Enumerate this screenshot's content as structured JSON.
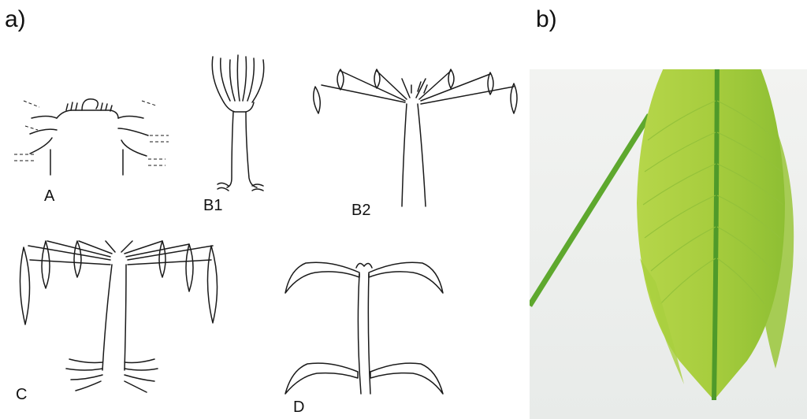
{
  "panels": {
    "a": {
      "label": "a)"
    },
    "b": {
      "label": "b)"
    }
  },
  "drawing_labels": {
    "A": "A",
    "B1": "B1",
    "B2": "B2",
    "C": "C",
    "D": "D"
  },
  "colors": {
    "ink": "#1a1a1a",
    "leaf_light": "#c9df5a",
    "leaf_mid": "#a9cf3f",
    "leaf_dark": "#7fb12d",
    "midrib": "#4f9a2a",
    "photo_bg": "#eef0ef"
  }
}
